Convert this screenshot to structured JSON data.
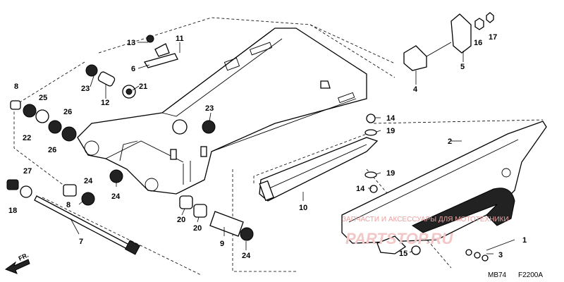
{
  "labels": {
    "p1": "1",
    "p2": "2",
    "p3": "3",
    "p4": "4",
    "p5": "5",
    "p6": "6",
    "p7": "7",
    "p8a": "8",
    "p8b": "8",
    "p9": "9",
    "p10": "10",
    "p11": "11",
    "p12": "12",
    "p13": "13",
    "p14a": "14",
    "p14b": "14",
    "p15": "15",
    "p16": "16",
    "p17": "17",
    "p18": "18",
    "p19a": "19",
    "p19b": "19",
    "p20a": "20",
    "p20b": "20",
    "p21": "21",
    "p22": "22",
    "p23a": "23",
    "p23b": "23",
    "p24a": "24",
    "p24b": "24",
    "p24c": "24",
    "p25": "25",
    "p26a": "26",
    "p26b": "26",
    "p27": "27"
  },
  "watermark": {
    "line": "ЗАПЧАСТИ И АКСЕССУАРЫ ДЛЯ МОТОТЕХНИКИ",
    "logo": "PARTSTOP.RU"
  },
  "footer": {
    "code": "MB74",
    "figure": "F2200A"
  },
  "direction": "FR.",
  "colors": {
    "line": "#000000",
    "watermark": "#e9a0a0"
  }
}
